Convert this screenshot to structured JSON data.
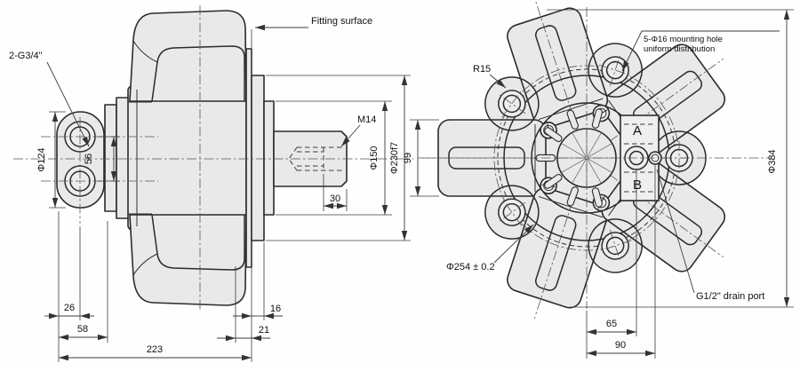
{
  "drawing": {
    "type": "hydraulic radial piston motor dimensional drawing",
    "colors": {
      "line": "#2b2b2b",
      "part_fill": "#e9e9e9",
      "dimension_line": "#3c3c3c",
      "background": "#fefefe"
    },
    "side_view": {
      "labels": {
        "ports": "2-G3/4\"",
        "fitting_surface": "Fitting surface",
        "shaft_thread": "M14"
      },
      "dimensions": {
        "port_flange_diameter": "Φ124",
        "port_spacing": "56",
        "pilot_diameter": "Φ150",
        "spigot_diameter": "Φ230f7",
        "thread_depth": "30",
        "port_offset": "26",
        "port_face_to_body": "58",
        "overall_length": "223",
        "flange_thickness": "16",
        "rear_step": "21"
      }
    },
    "front_view": {
      "labels": {
        "fillet_radius": "R15",
        "mounting_note_line1": "5-Φ16 mounting hole",
        "mounting_note_line2": "uniform distribution",
        "port_a": "A",
        "port_b": "B",
        "drain_port": "G1/2\" drain port"
      },
      "dimensions": {
        "cylinder_width": "99",
        "outer_diameter": "Φ384",
        "bolt_circle": "Φ254 ± 0.2",
        "port_offset": "65",
        "drain_offset": "90"
      }
    }
  }
}
